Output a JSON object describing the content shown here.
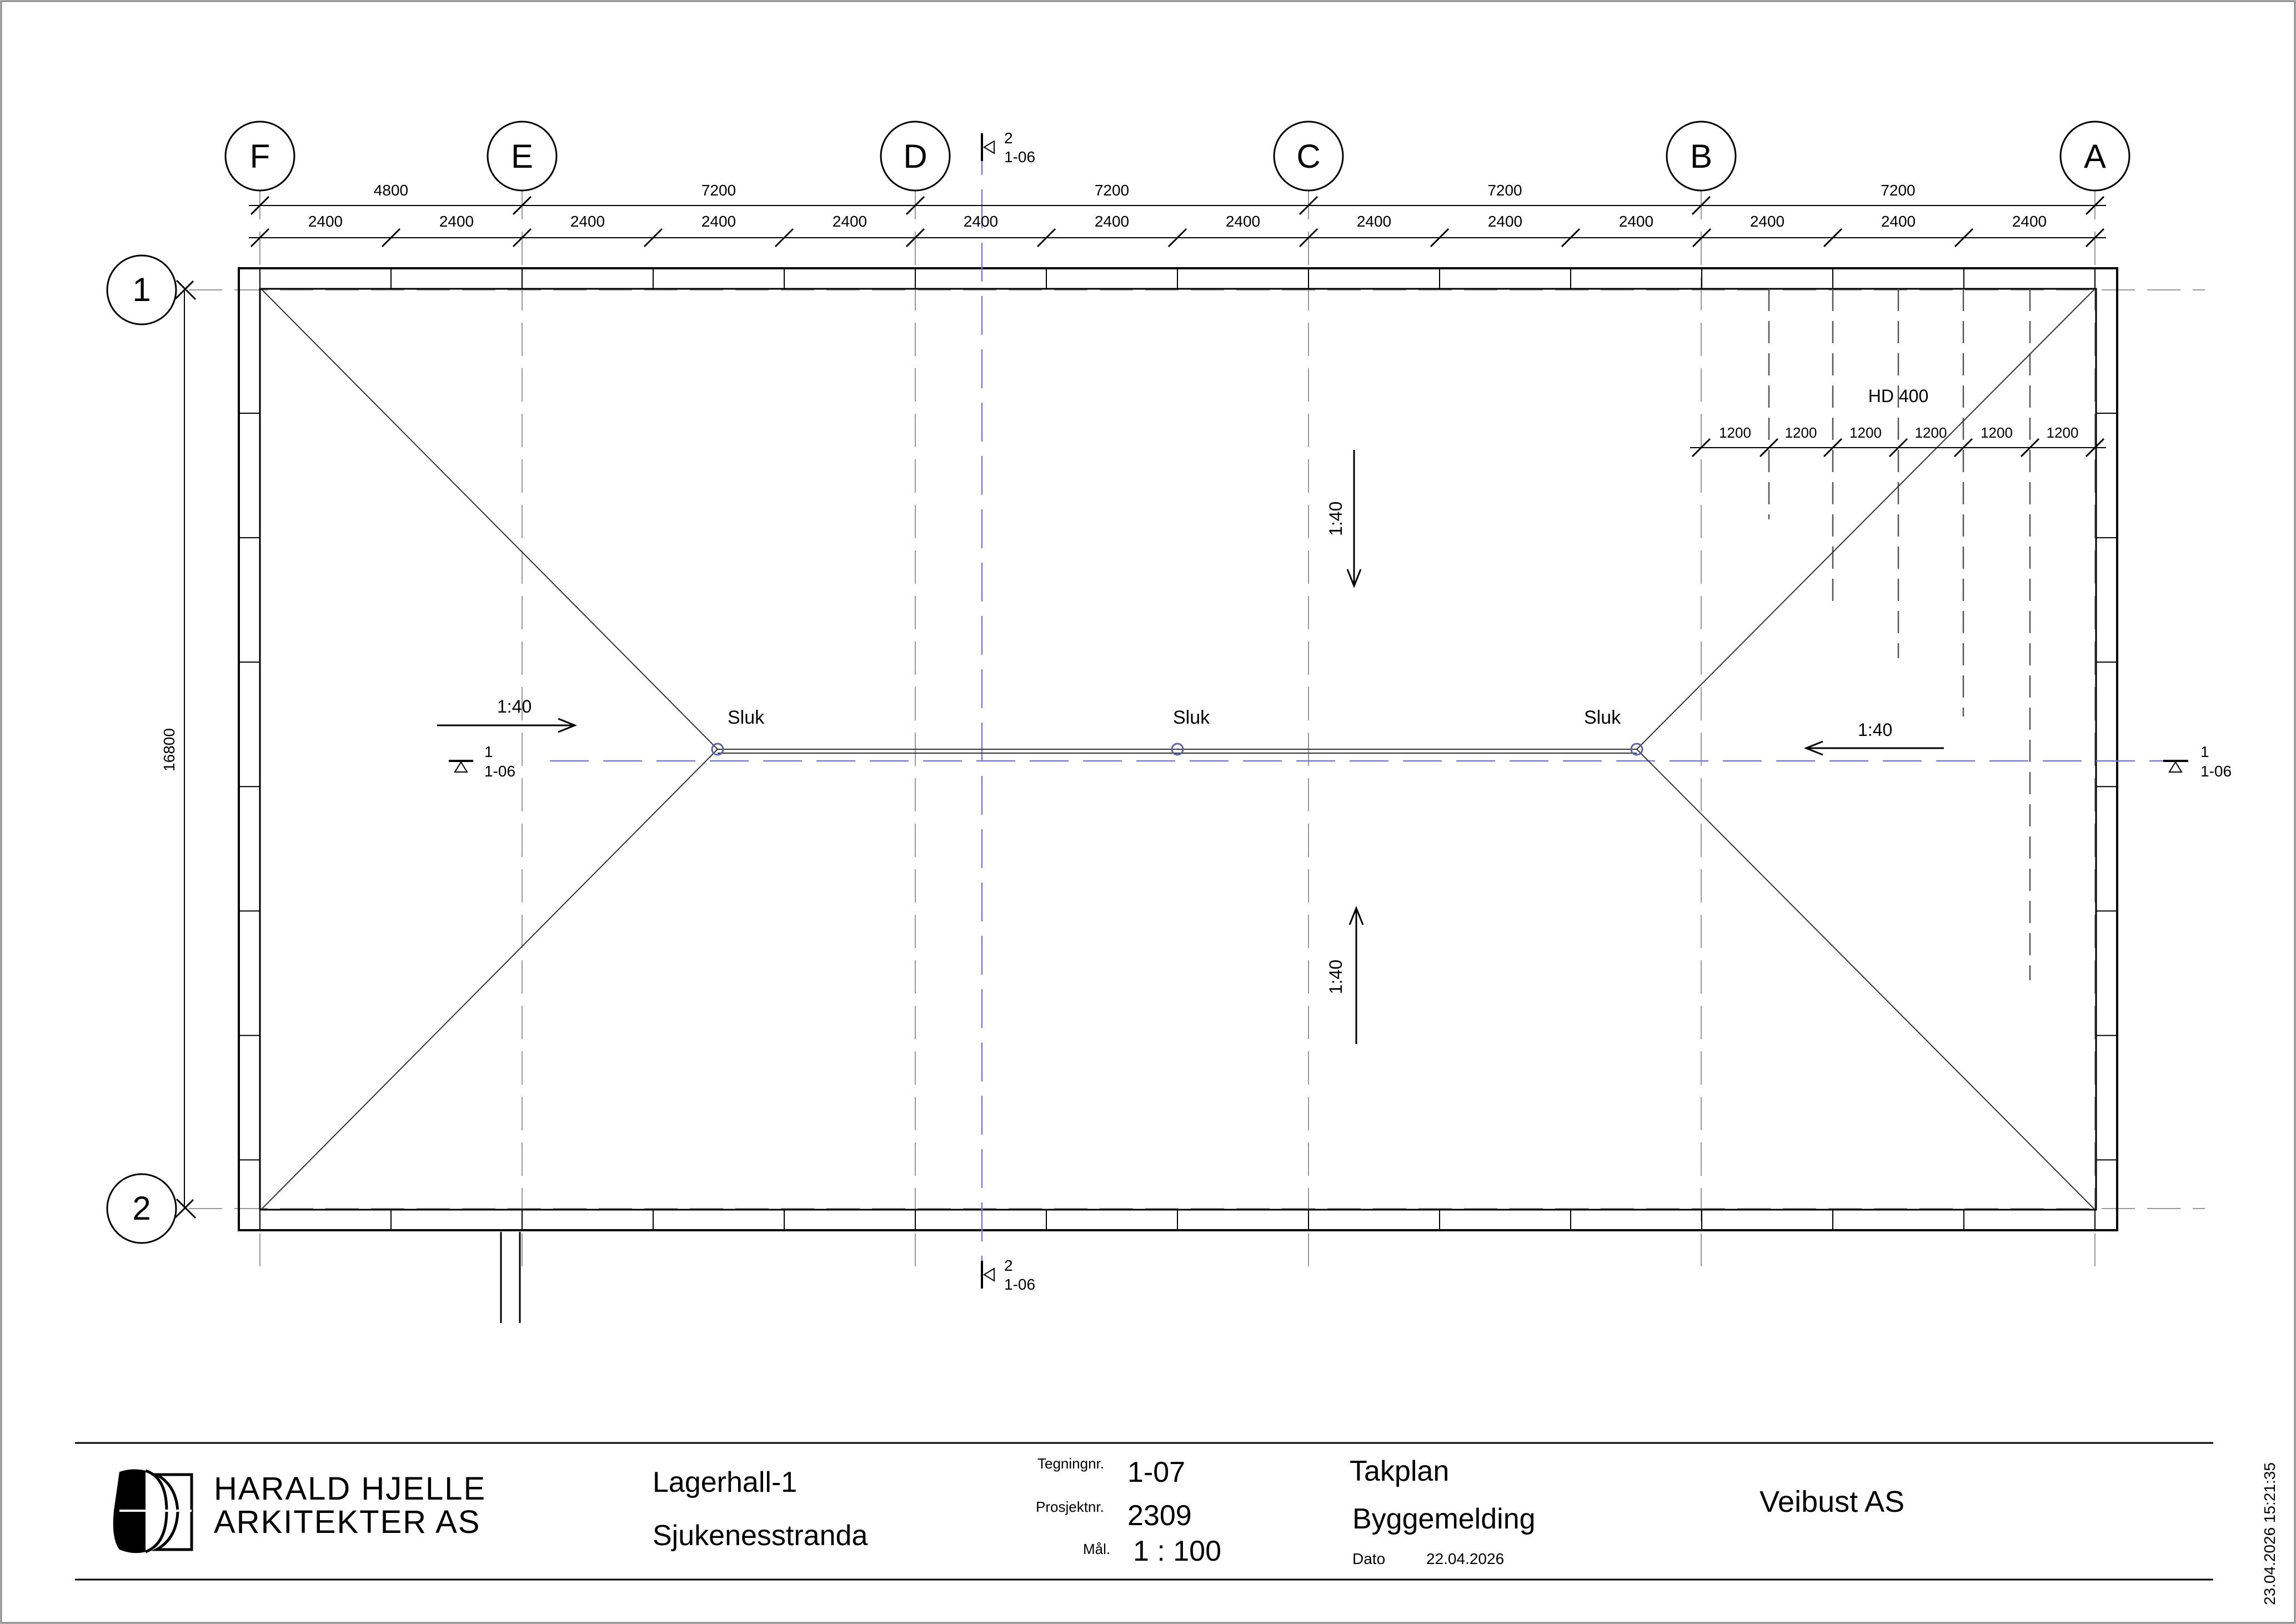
{
  "grid": {
    "columns": [
      "F",
      "E",
      "D",
      "C",
      "B",
      "A"
    ],
    "rows": [
      "1",
      "2"
    ]
  },
  "dimensions": {
    "overall": [
      "4800",
      "7200",
      "7200",
      "7200",
      "7200"
    ],
    "sub": [
      "2400",
      "2400",
      "2400",
      "2400",
      "2400",
      "2400",
      "2400",
      "2400",
      "2400",
      "2400",
      "2400",
      "2400",
      "2400",
      "2400"
    ],
    "depth": "16800",
    "hd_label": "HD 400",
    "hd_sub": [
      "1200",
      "1200",
      "1200",
      "1200",
      "1200",
      "1200"
    ]
  },
  "plan": {
    "drain_label": "Sluk",
    "slope_label": "1:40",
    "section_markers": [
      {
        "num": "2",
        "sheet": "1-06"
      },
      {
        "num": "2",
        "sheet": "1-06"
      },
      {
        "num": "1",
        "sheet": "1-06"
      },
      {
        "num": "1",
        "sheet": "1-06"
      }
    ]
  },
  "titleblock": {
    "company_line1": "HARALD HJELLE",
    "company_line2": "ARKITEKTER AS",
    "project_name": "Lagerhall-1",
    "project_location": "Sjukenesstranda",
    "drawing_no_label": "Tegningnr.",
    "drawing_no": "1-07",
    "project_no_label": "Prosjektnr.",
    "project_no": "2309",
    "scale_label": "Mål.",
    "scale": "1 : 100",
    "drawing_title": "Takplan",
    "drawing_status": "Byggemelding",
    "date_label": "Dato",
    "date": "22.04.2026",
    "client": "Veibust AS",
    "print_timestamp": "23.04.2026 15:21:35"
  }
}
